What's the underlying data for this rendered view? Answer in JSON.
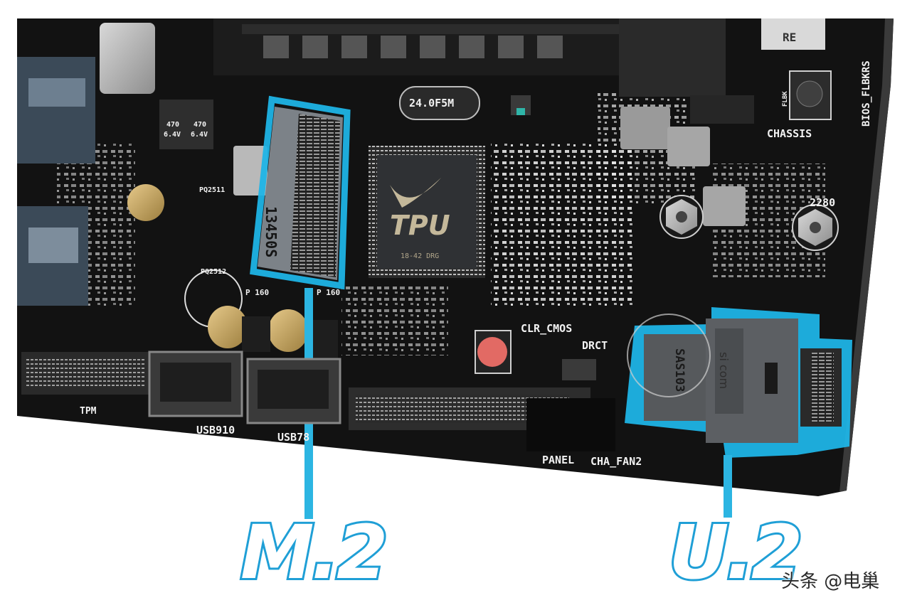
{
  "image": {
    "description": "Close-up product photo of a motherboard section with highlighted M.2 and U.2 storage connectors",
    "background": "#ffffff",
    "board_color": "#141414",
    "highlight_color": "#1fb4e6"
  },
  "callouts": {
    "m2": {
      "label": "M.2",
      "connector_text": "13450S"
    },
    "u2": {
      "label": "U.2",
      "connector_text": "SAS103",
      "brand_text": "si com"
    }
  },
  "chips": {
    "tpu": {
      "logo": "TPU",
      "marking": "18-42  DRG"
    },
    "crystal": "24.0F5M"
  },
  "silkscreen": {
    "tpm": "TPM",
    "usb910": "USB910",
    "usb78": "USB78",
    "clr_cmos": "CLR_CMOS",
    "drct": "DRCT",
    "panel": "PANEL",
    "cha_fan2": "CHA_FAN2",
    "chassis": "CHASSIS",
    "bios_flbk": "BIOS_FLBKRS",
    "flbk": "FLBK",
    "m2_length": "2280",
    "cap_labels": [
      "470",
      "470"
    ],
    "cap_volts": [
      "6.4V",
      "6.4V"
    ],
    "pq_labels": [
      "PQ2511",
      "PQ2512"
    ],
    "p160": [
      "P 160",
      "P 160"
    ],
    "re_label": "RE"
  },
  "watermark": {
    "text": "头条 @电巢"
  }
}
